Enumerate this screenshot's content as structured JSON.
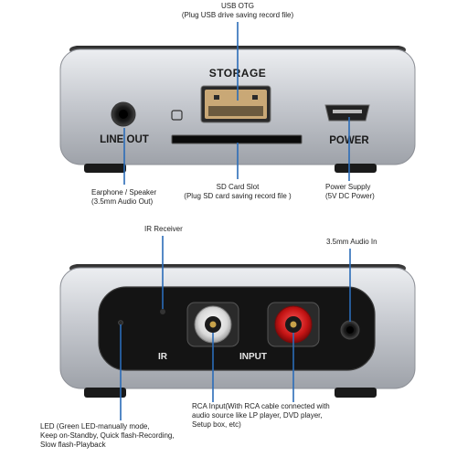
{
  "device_front": {
    "labels": {
      "storage": "STORAGE",
      "line_out": "LINE OUT",
      "power": "POWER"
    },
    "callouts": {
      "usb_otg": {
        "title": "USB OTG",
        "desc": "(Plug USB drive saving record file)"
      },
      "earphone": {
        "line1": "Earphone / Speaker",
        "line2": "(3.5mm Audio Out)"
      },
      "sd_card": {
        "line1": "SD Card Slot",
        "line2": "(Plug SD card saving record file )"
      },
      "power_supply": {
        "line1": "Power Supply",
        "line2": "(5V DC Power)"
      }
    }
  },
  "device_back": {
    "labels": {
      "ir": "IR",
      "input": "INPUT"
    },
    "callouts": {
      "ir_receiver": "IR Receiver",
      "audio_in": "3.5mm Audio In",
      "rca_input": {
        "line1": "RCA Input(With RCA cable connected with",
        "line2": "audio source like LP player, DVD player,",
        "line3": "Setup box, etc)"
      },
      "led": {
        "line1": "LED (Green LED-manually mode,",
        "line2": "Keep on-Standby, Quick flash-Recording,",
        "line3": "Slow flash-Playback"
      }
    }
  },
  "colors": {
    "leader_line": "#2b6cb8",
    "rca_left_ring": "#e8e8e8",
    "rca_right_ring": "#cc1a1a",
    "panel": "#141414",
    "chassis": "#c9ccd1"
  }
}
